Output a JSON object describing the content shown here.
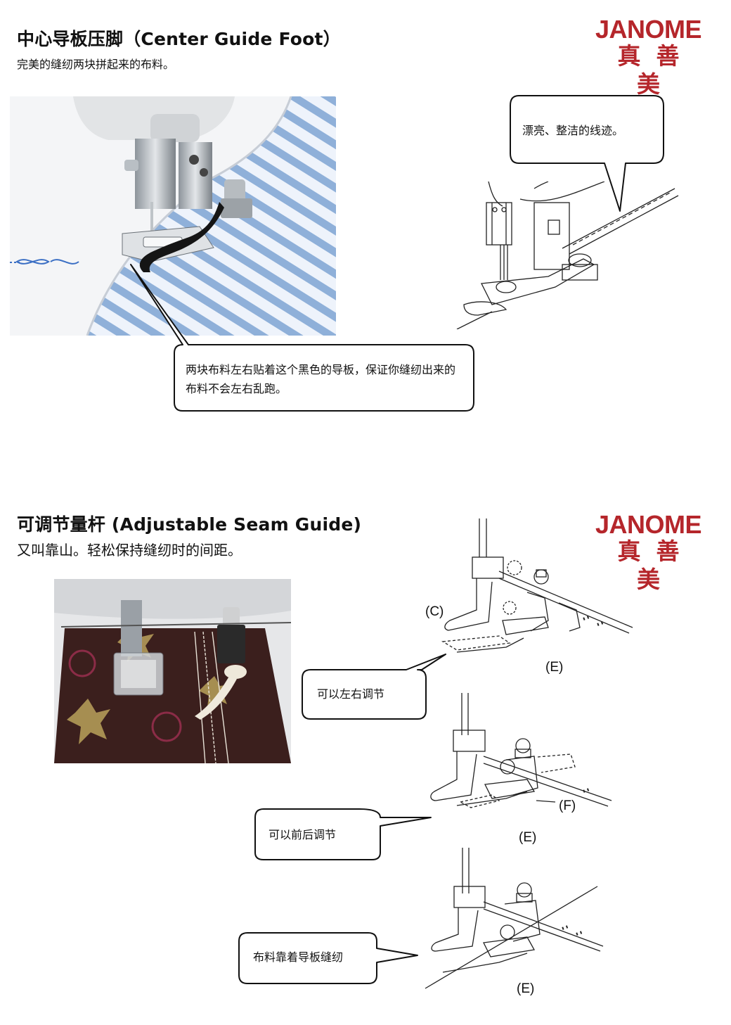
{
  "section1": {
    "title": "中心导板压脚（Center Guide Foot）",
    "subtitle": "完美的缝纫两块拼起来的布料。",
    "callout_top": "漂亮、整洁的线迹。",
    "callout_bottom": "两块布料左右贴着这个黑色的导板，保证你缝纫出来的布料不会左右乱跑。"
  },
  "section2": {
    "title": "可调节量杆 (Adjustable Seam Guide)",
    "subtitle": "又叫靠山。轻松保持缝纫时的间距。",
    "callout_1": "可以左右调节",
    "callout_2": "可以前后调节",
    "callout_3": "布料靠着导板缝纫",
    "labels": {
      "c": "(C)",
      "e1": "(E)",
      "e2": "(E)",
      "e3": "(E)",
      "f": "(F)"
    }
  },
  "logo": {
    "brand": "JANOME",
    "chinese": "真善美"
  },
  "colors": {
    "brand": "#b5262b",
    "stripe": "#8fb0d9",
    "fabric": "#3b1f1d"
  }
}
